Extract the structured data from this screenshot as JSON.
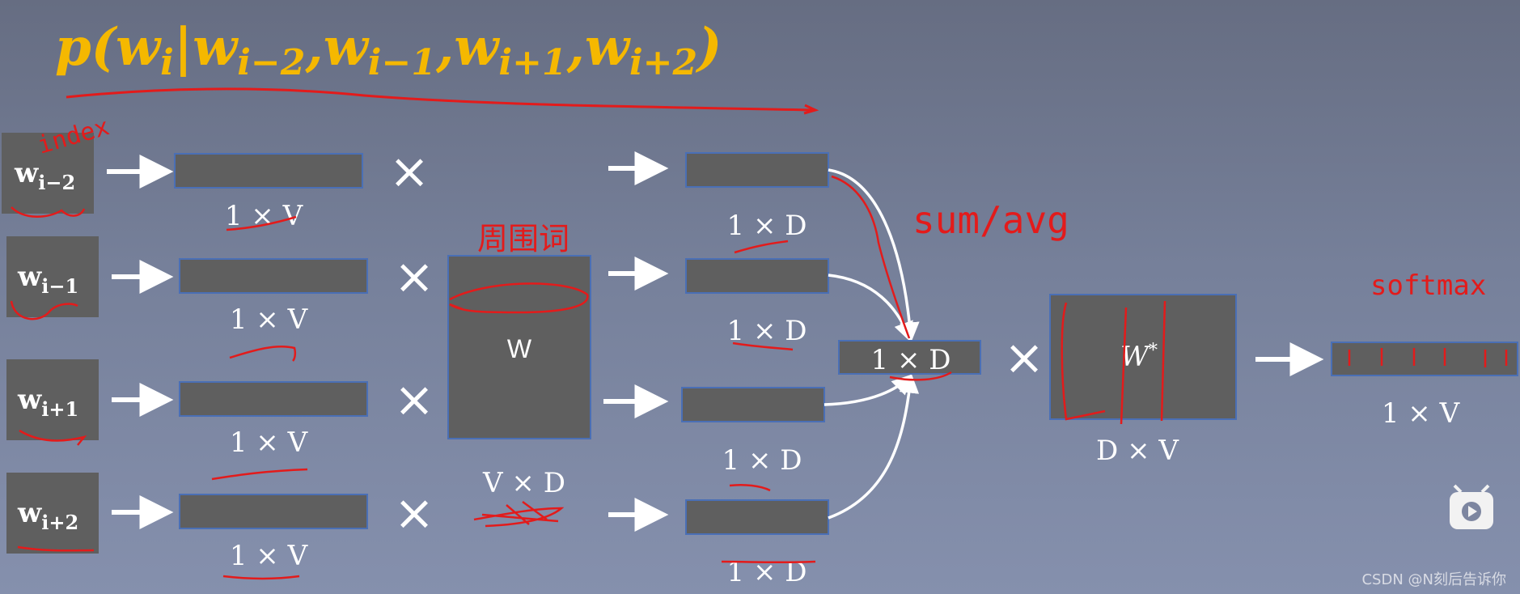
{
  "formula": {
    "p": "p",
    "open": "(",
    "target": "w",
    "target_sub": "i",
    "bar": "|",
    "ctx1": "w",
    "ctx1_sub": "i−2",
    "c1": ",",
    "ctx2": "w",
    "ctx2_sub": "i−1",
    "c2": ",",
    "ctx3": "w",
    "ctx3_sub": "i+1",
    "c3": ",",
    "ctx4": "w",
    "ctx4_sub": "i+2",
    "close": ")"
  },
  "inputs": [
    {
      "word": "w",
      "sub": "i−2",
      "dim": "1 × V"
    },
    {
      "word": "w",
      "sub": "i−1",
      "dim": "1 × V"
    },
    {
      "word": "w",
      "sub": "i+1",
      "dim": "1 × V"
    },
    {
      "word": "w",
      "sub": "i+2",
      "dim": "1 × V"
    }
  ],
  "multiply_sign": "×",
  "embedding_matrix": {
    "label": "W",
    "dim": "V × D"
  },
  "hidden": [
    "1 × D",
    "1 × D",
    "1 × D",
    "1 × D"
  ],
  "combined": {
    "dim": "1 × D"
  },
  "output_matrix": {
    "label": "W",
    "sup": "*",
    "dim": "D × V"
  },
  "output": {
    "dim": "1 × V"
  },
  "annotations": {
    "index": "index",
    "context_words": "周围词",
    "sum_avg": "sum/avg",
    "softmax": "softmax"
  },
  "watermark": "CSDN @N刻后告诉你",
  "colors": {
    "formula": "#f5b800",
    "box": "#5f5f5f",
    "box_border": "#4a6fb5",
    "ink": "#e31b1b",
    "text": "#ffffff"
  }
}
